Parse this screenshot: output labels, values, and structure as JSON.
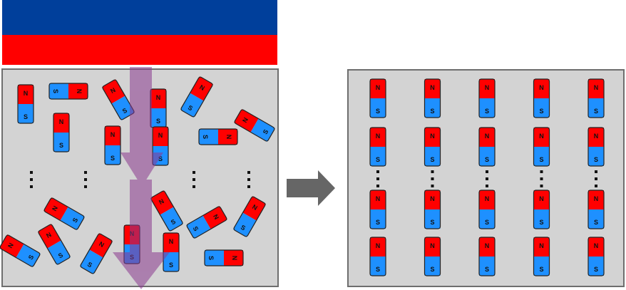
{
  "colors": {
    "north": "#ff0000",
    "south": "#1e90ff",
    "outline": "#222222",
    "panel_fill": "#d3d3d3",
    "panel_border": "#6e6e6e",
    "field_top": "#003f9b",
    "field_bottom": "#ff0000",
    "field_arrow": "#8b3a8f",
    "process_arrow": "#666666"
  },
  "labels": {
    "north": "N",
    "south": "S"
  },
  "icons": {
    "process_arrow": "right-arrow-icon",
    "field_arrow": "down-arrow-icon",
    "ellipsis": "vertical-ellipsis"
  },
  "left_panel": {
    "state": "random",
    "magnet_angles_deg": [
      0,
      90,
      -30,
      30,
      -60,
      0,
      0,
      0,
      0,
      90,
      -60,
      -30,
      60,
      30,
      -60,
      -30,
      30,
      0,
      0,
      90,
      180
    ]
  },
  "right_panel": {
    "state": "aligned",
    "rows": 4,
    "columns": 5,
    "orientation": "N-up"
  }
}
